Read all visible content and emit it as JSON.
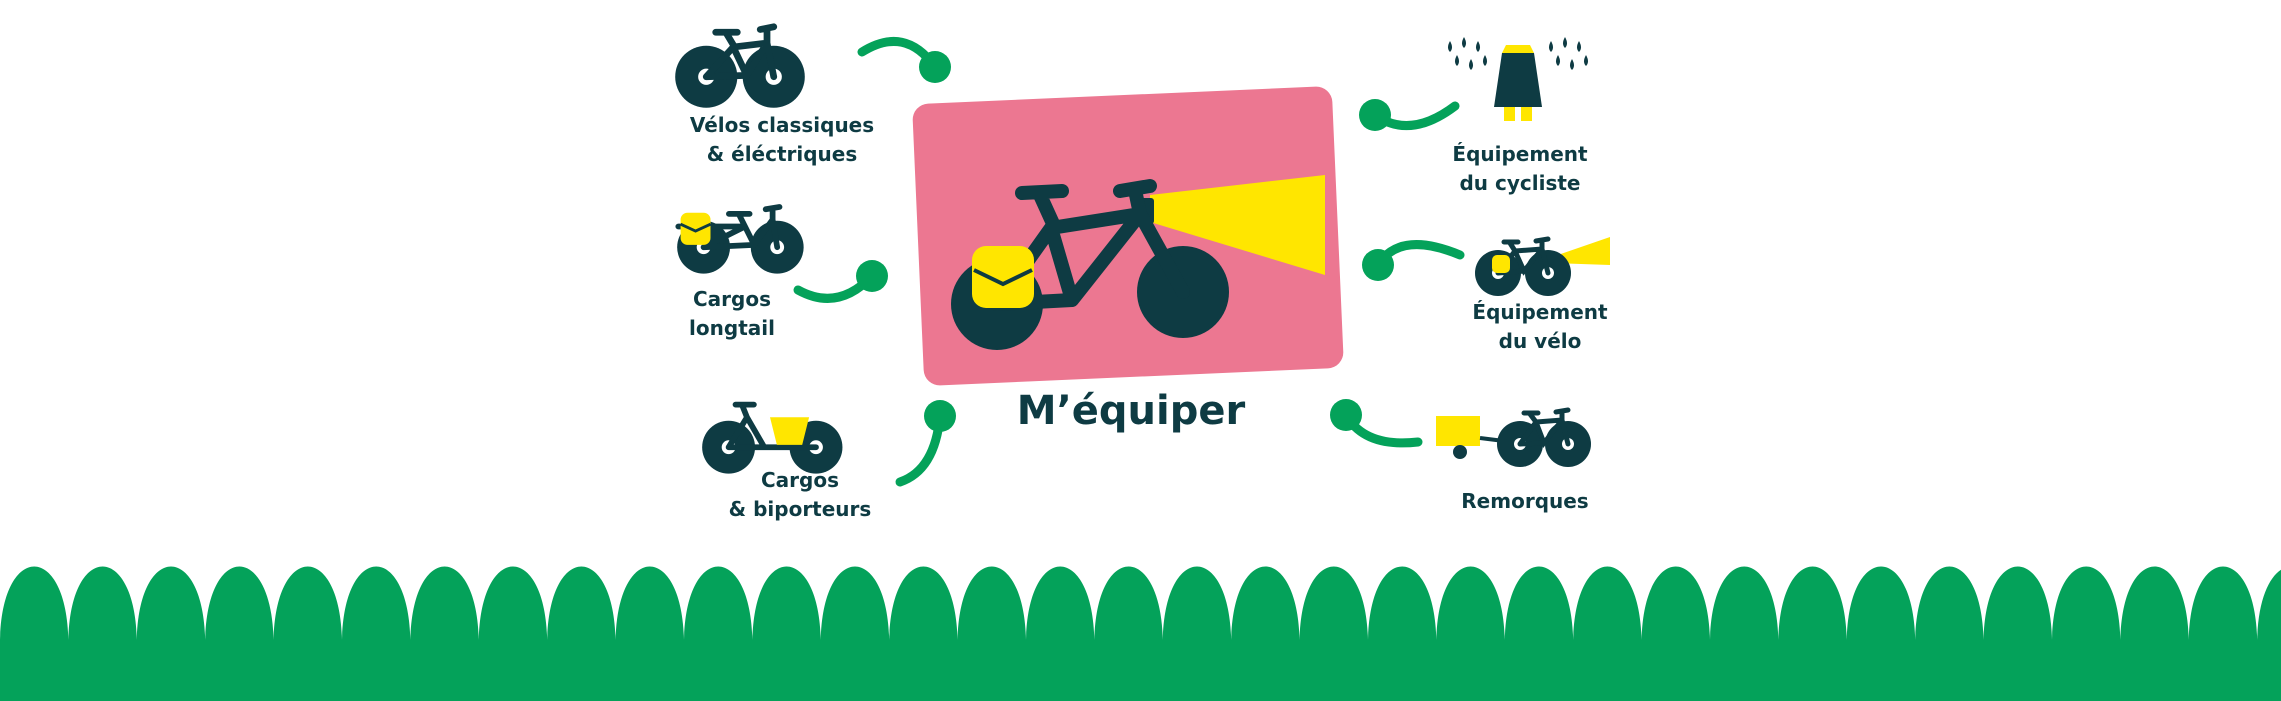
{
  "title": "M’équiper",
  "colors": {
    "dark": "#0e3b43",
    "green": "#04a25a",
    "yellow": "#ffe600",
    "pink": "#ec7791",
    "white": "#ffffff"
  },
  "items": [
    {
      "id": "velos",
      "icon": "classic-bike-icon",
      "lines": [
        "Vélos classiques",
        "& éléctriques"
      ]
    },
    {
      "id": "longtail",
      "icon": "longtail-cargo-bike-icon",
      "lines": [
        "Cargos",
        "longtail"
      ]
    },
    {
      "id": "biporteurs",
      "icon": "front-loader-cargo-bike-icon",
      "lines": [
        "Cargos",
        "& biporteurs"
      ]
    },
    {
      "id": "cycliste",
      "icon": "raincoat-cyclist-icon",
      "lines": [
        "Équipement",
        "du cycliste"
      ]
    },
    {
      "id": "velo",
      "icon": "bike-with-light-icon",
      "lines": [
        "Équipement",
        "du vélo"
      ]
    },
    {
      "id": "remorques",
      "icon": "bike-trailer-icon",
      "lines": [
        "Remorques"
      ]
    }
  ]
}
